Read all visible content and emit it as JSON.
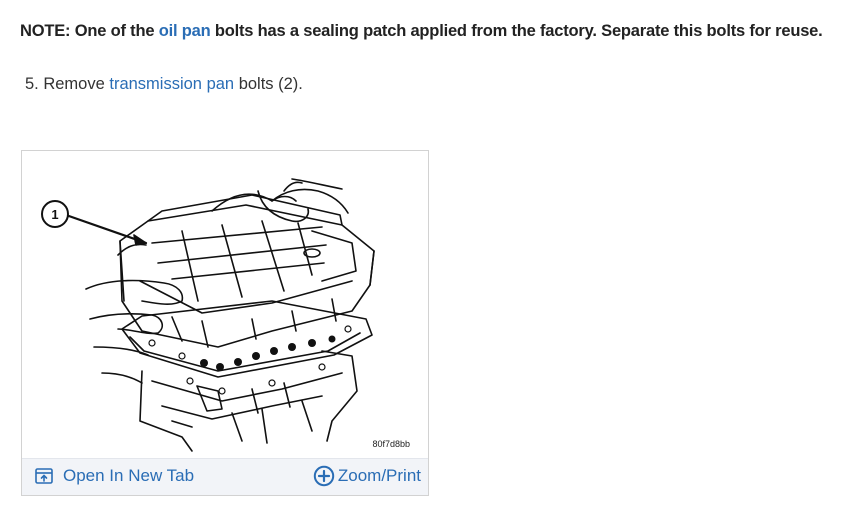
{
  "note": {
    "prefix": "NOTE:  One of the ",
    "link": "oil pan",
    "suffix": " bolts has a sealing patch applied from the factory. Separate this bolts for reuse."
  },
  "step": {
    "prefix": "5. Remove ",
    "link": "transmission pan",
    "suffix": " bolts (2)."
  },
  "figure": {
    "callout": "1",
    "id_code": "80f7d8bb",
    "open_tab_label": "Open In New Tab",
    "zoom_label": "Zoom/Print",
    "icons": [
      "open-in-new-tab-icon",
      "zoom-plus-icon"
    ],
    "accent_color": "#2a6db5"
  }
}
